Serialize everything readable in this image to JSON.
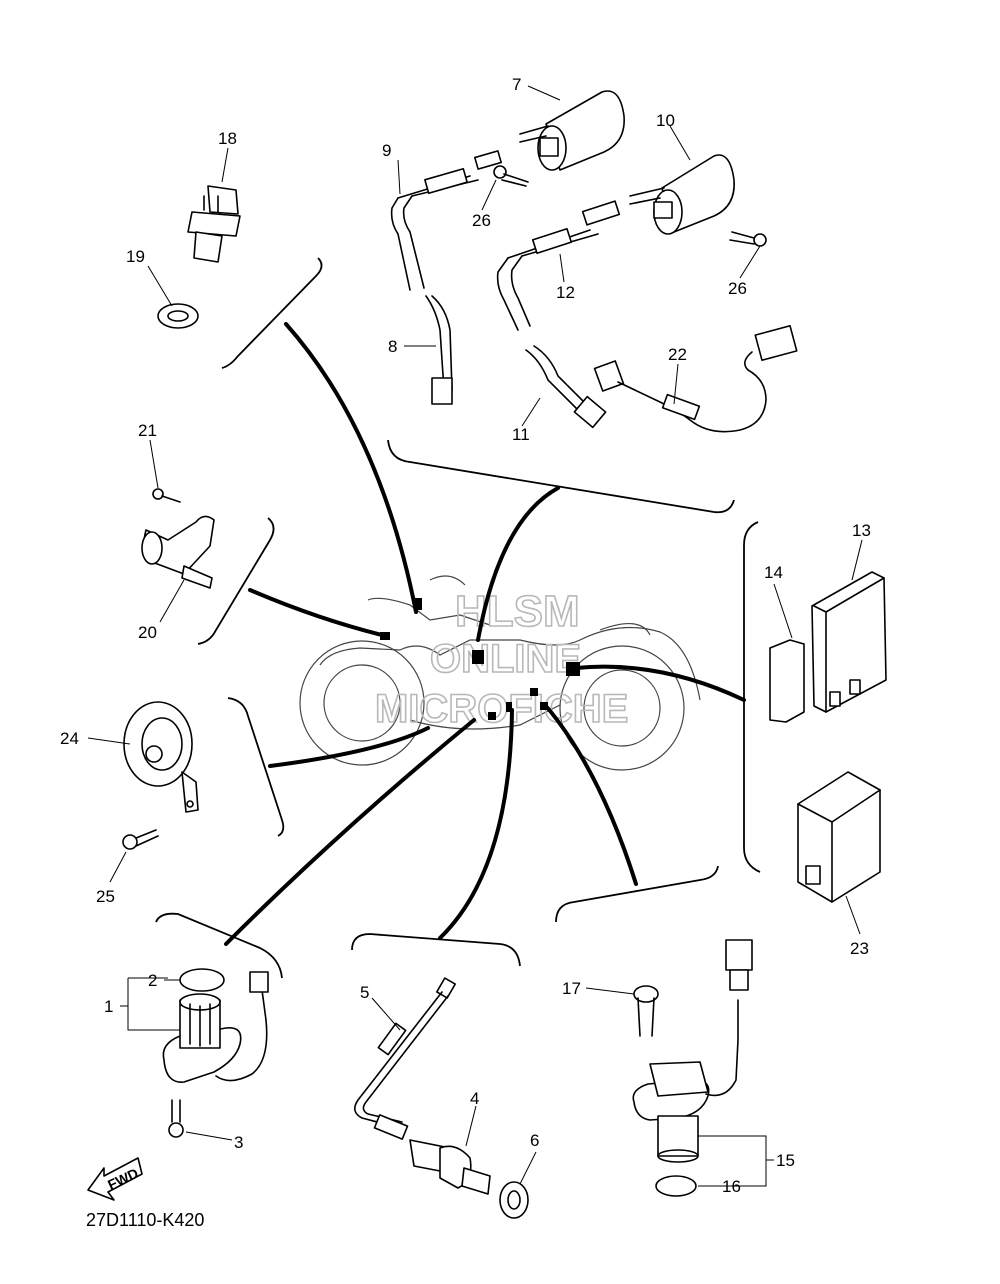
{
  "diagram": {
    "drawing_code": "27D1110-K420",
    "fwd_label": "FWD",
    "watermark": [
      "HLSM",
      "ONLINE",
      "MICROFICHE"
    ],
    "callouts": [
      "1",
      "2",
      "3",
      "4",
      "5",
      "6",
      "7",
      "8",
      "9",
      "10",
      "11",
      "12",
      "13",
      "14",
      "15",
      "16",
      "17",
      "18",
      "19",
      "20",
      "21",
      "22",
      "23",
      "24",
      "25",
      "26",
      "26"
    ]
  }
}
